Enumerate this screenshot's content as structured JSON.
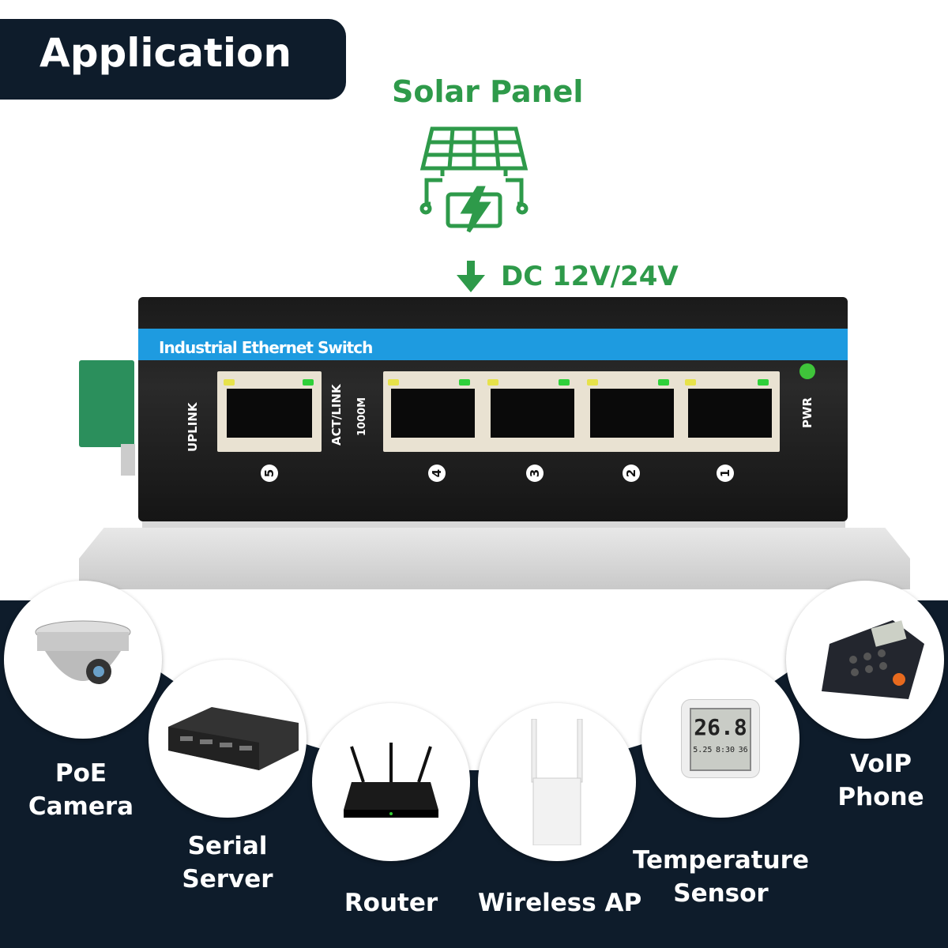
{
  "header": {
    "title": "Application"
  },
  "power": {
    "source_label": "Solar Panel",
    "voltage_label": "DC 12V/24V"
  },
  "switch": {
    "name": "Industrial Ethernet Switch",
    "labels": {
      "uplink": "UPLINK",
      "act_link": "ACT/LINK",
      "speed": "1000M",
      "pwr": "PWR"
    },
    "ports": [
      "5",
      "4",
      "3",
      "2",
      "1"
    ]
  },
  "devices": [
    {
      "label_lines": [
        "PoE",
        "Camera"
      ]
    },
    {
      "label_lines": [
        "Serial",
        "Server"
      ]
    },
    {
      "label_lines": [
        "Router"
      ]
    },
    {
      "label_lines": [
        "Wireless AP"
      ]
    },
    {
      "label_lines": [
        "Temperature",
        "Sensor"
      ],
      "display": {
        "temp": "26.8",
        "sub": [
          "5.25",
          "8:30",
          "36"
        ]
      }
    },
    {
      "label_lines": [
        "VoIP",
        "Phone"
      ]
    }
  ],
  "colors": {
    "navy": "#0e1c2b",
    "green": "#2e9a4a",
    "blue": "#1e9be0"
  }
}
